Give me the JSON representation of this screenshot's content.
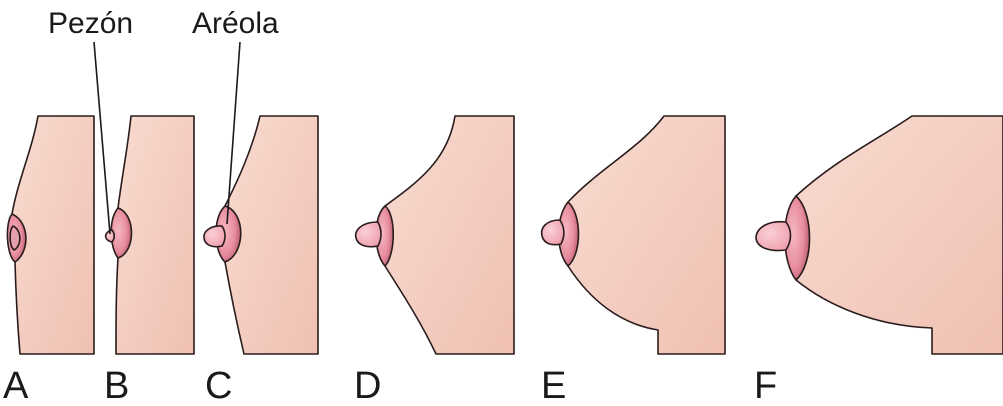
{
  "callouts": {
    "nipple": "Pezón",
    "areola": "Aréola"
  },
  "stages": [
    {
      "label": "A"
    },
    {
      "label": "B"
    },
    {
      "label": "C"
    },
    {
      "label": "D"
    },
    {
      "label": "E"
    },
    {
      "label": "F"
    }
  ],
  "colors": {
    "skin_light": "#f7d7cc",
    "skin_mid": "#f2c7b9",
    "areola_light": "#f3a9b4",
    "areola_dark": "#a94d60",
    "outline": "#2a1c1c"
  }
}
